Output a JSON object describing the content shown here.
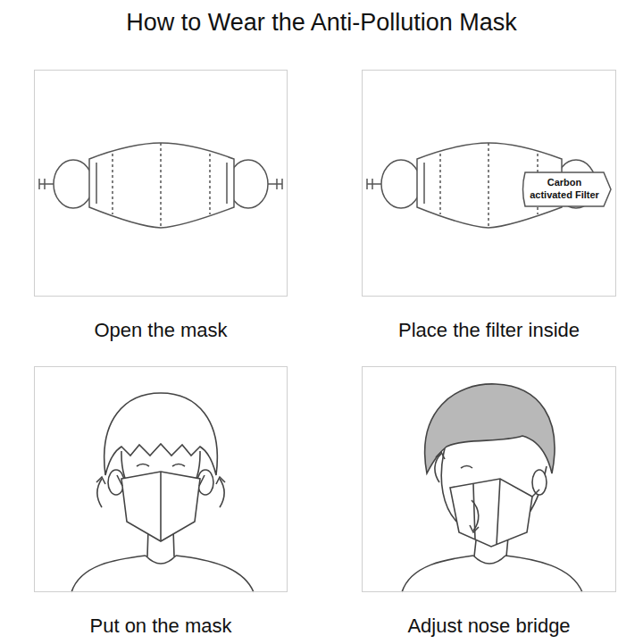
{
  "diagram": {
    "title": "How to Wear the Anti-Pollution Mask",
    "nodes": [
      {
        "text": [
          "Open the mask"
        ]
      },
      {
        "text": [
          "Place the filter inside"
        ]
      },
      {
        "text": [
          "Carbon activated Filter"
        ],
        "in": 1
      },
      {
        "text": [
          "Put on the mask"
        ]
      },
      {
        "text": [
          "Adjust nose bridge"
        ]
      }
    ]
  }
}
